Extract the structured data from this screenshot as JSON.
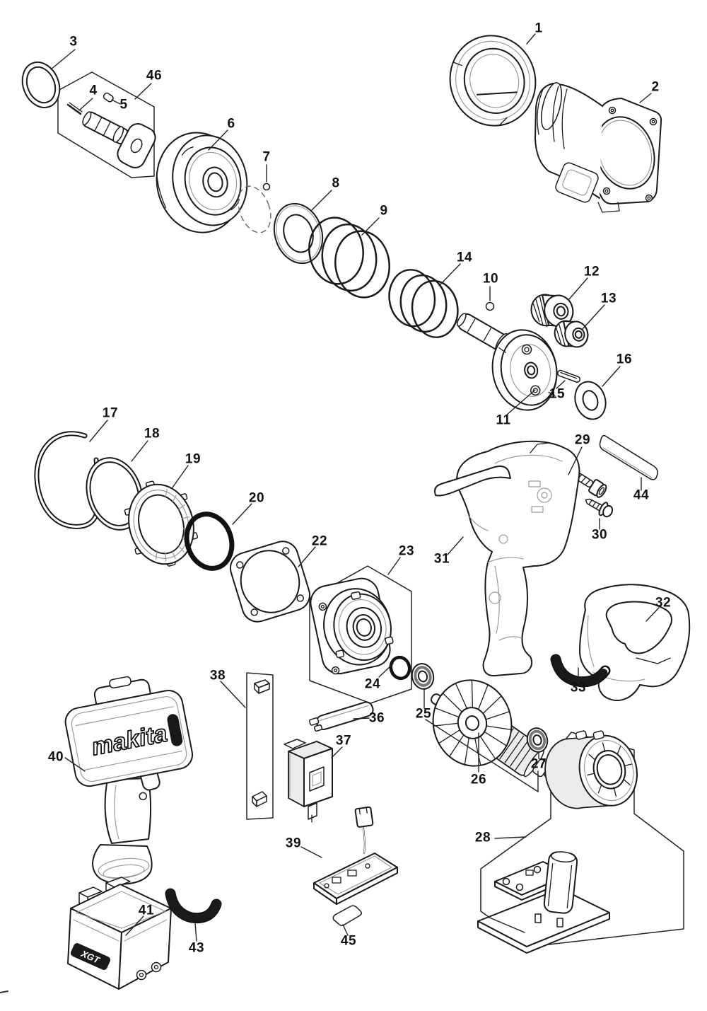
{
  "diagram": {
    "background": "#ffffff",
    "line_color": "#1a1a1a",
    "brand_text": "makita",
    "badge_text": "XGT",
    "parts": {
      "p1": "1",
      "p2": "2",
      "p3": "3",
      "p4": "4",
      "p5": "5",
      "p6": "6",
      "p7": "7",
      "p8": "8",
      "p9": "9",
      "p10": "10",
      "p11": "11",
      "p12": "12",
      "p13": "13",
      "p14": "14",
      "p15": "15",
      "p16": "16",
      "p17": "17",
      "p18": "18",
      "p19": "19",
      "p20": "20",
      "p22": "22",
      "p23": "23",
      "p24": "24",
      "p25": "25",
      "p26": "26",
      "p27": "27",
      "p28": "28",
      "p29": "29",
      "p30": "30",
      "p31": "31",
      "p32": "32",
      "p33": "33",
      "p36": "36",
      "p37": "37",
      "p38": "38",
      "p39": "39",
      "p40": "40",
      "p41": "41",
      "p43": "43",
      "p44": "44",
      "p45": "45",
      "p46": "46"
    }
  }
}
